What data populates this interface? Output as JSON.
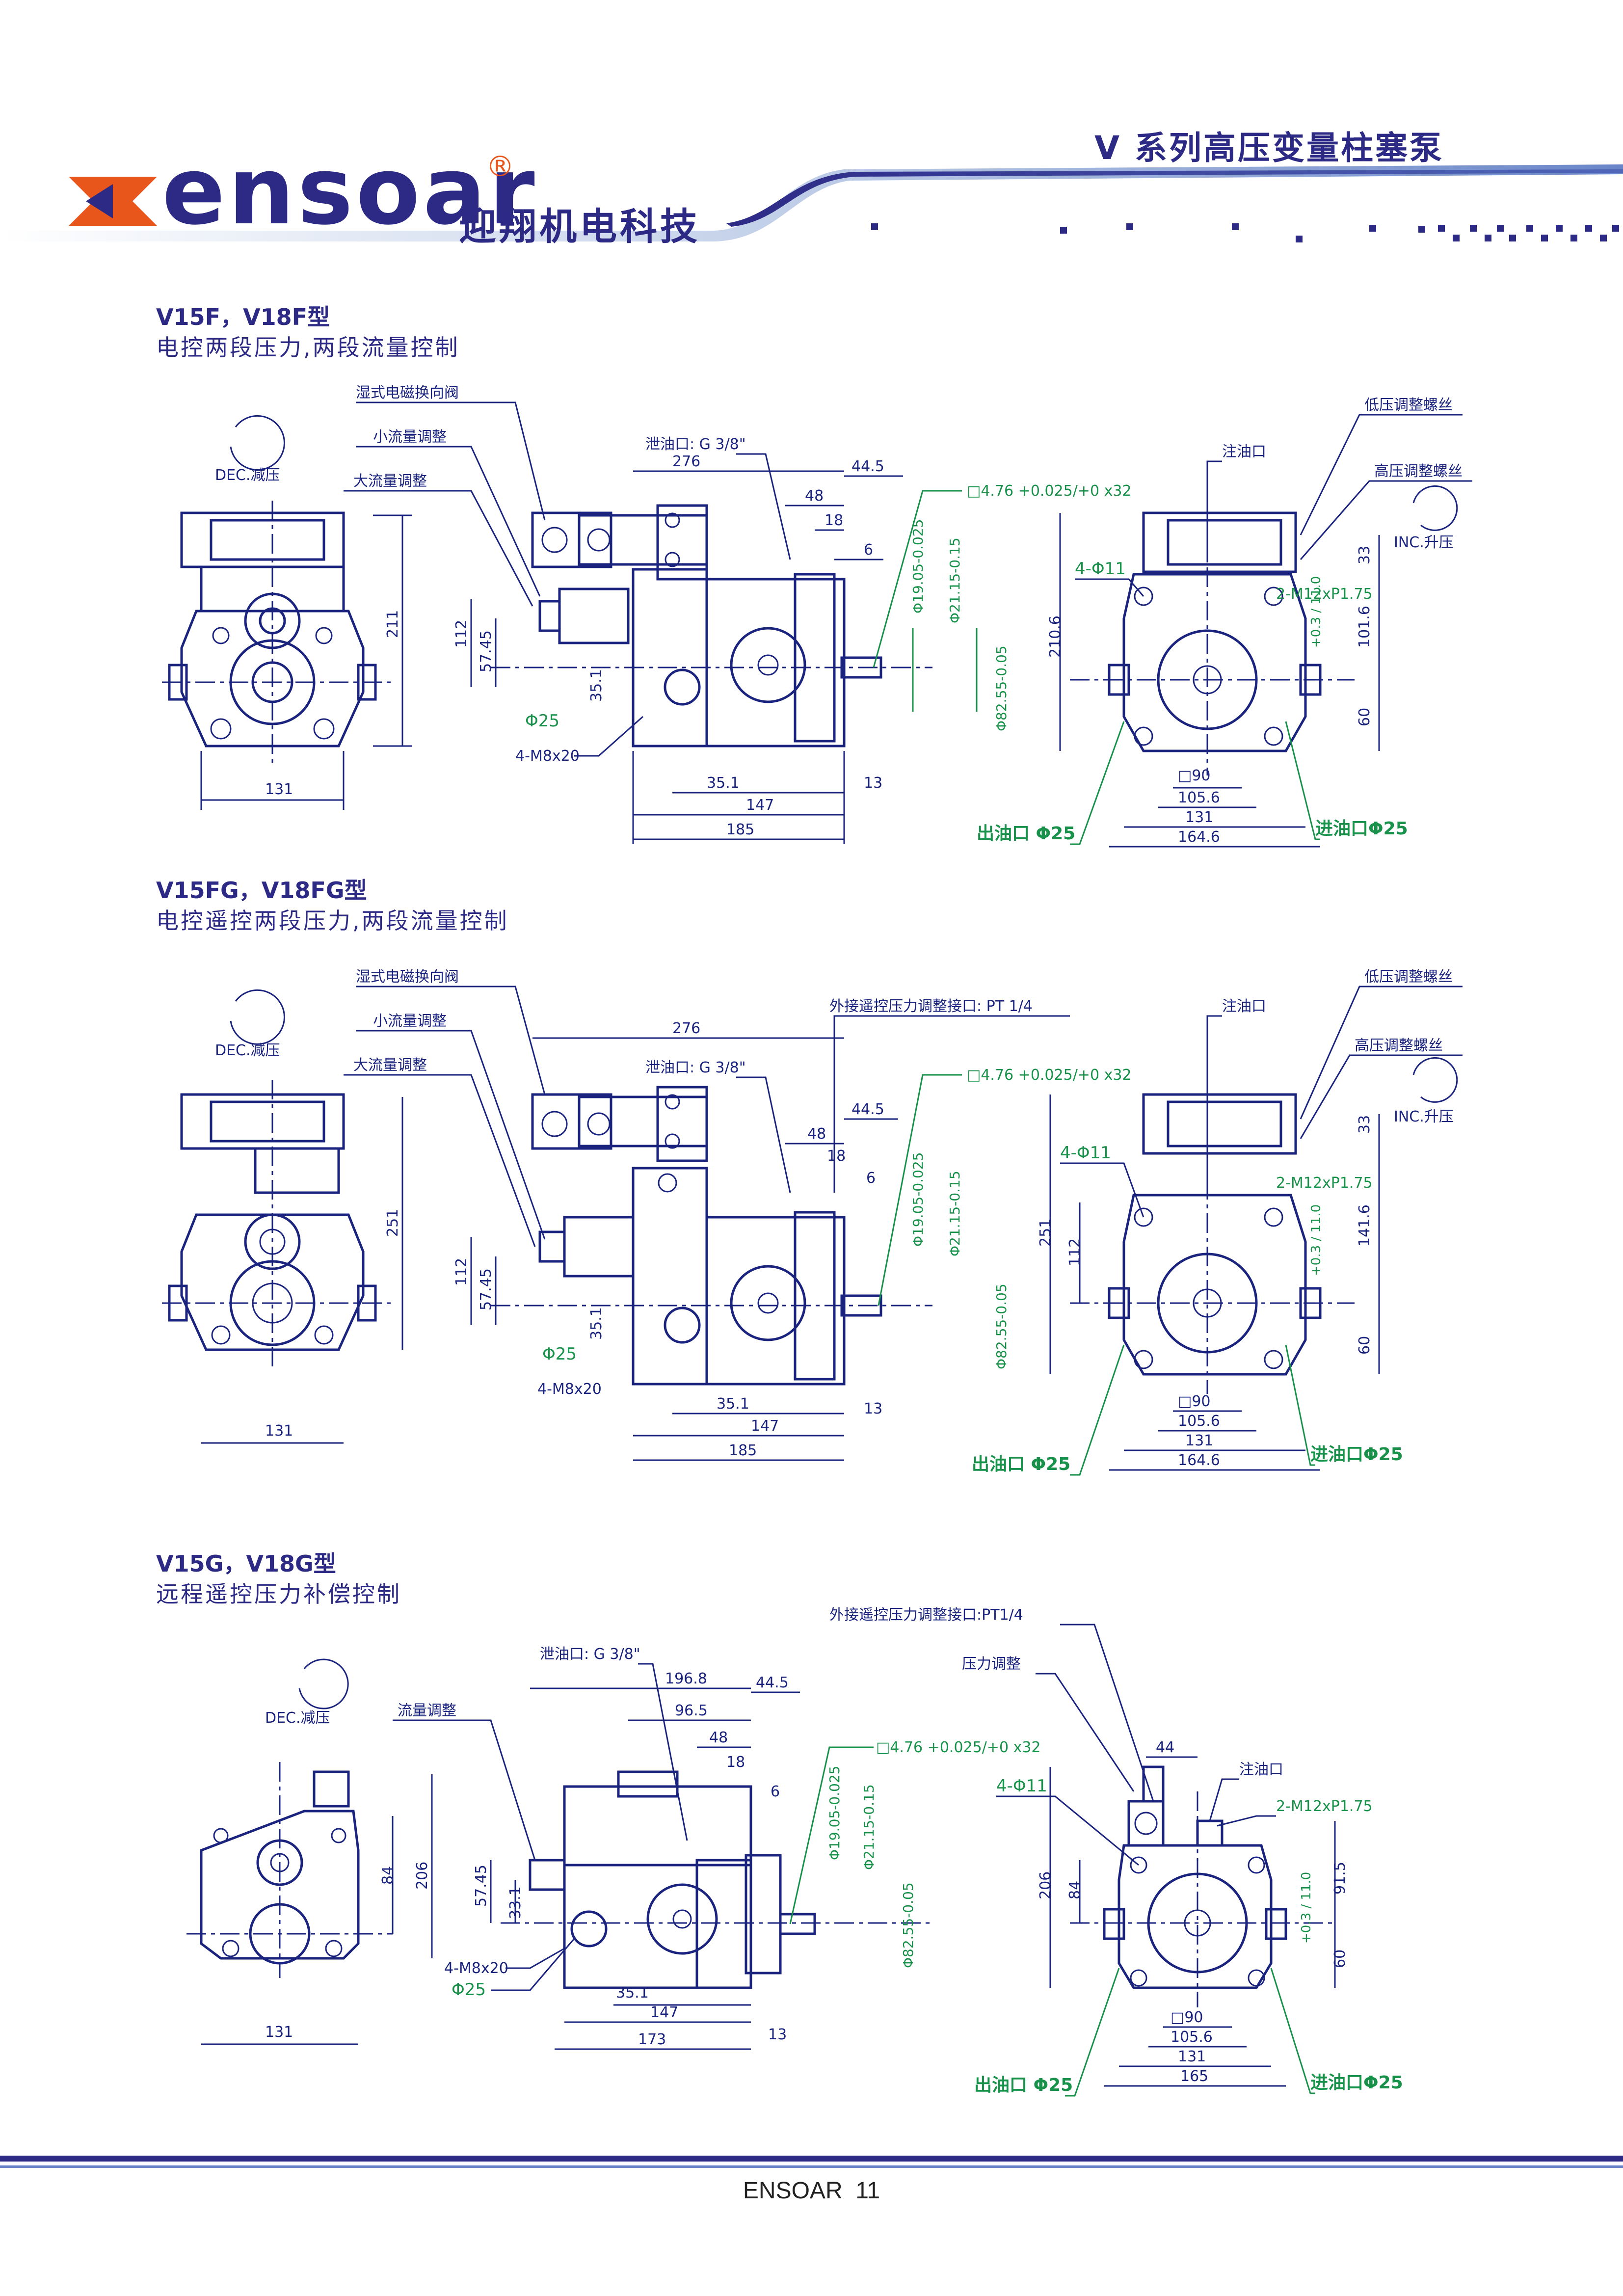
{
  "header": {
    "brand": "ensoar",
    "registered_mark": "®",
    "company_cn": "迎翔机电科技",
    "series_title": "V 系列高压变量柱塞泵"
  },
  "sections": [
    {
      "title": "V15F，V18F型",
      "subtitle": "电控两段压力,两段流量控制",
      "labels": {
        "solenoid": "湿式电磁换向阀",
        "small_flow": "小流量调整",
        "large_flow": "大流量调整",
        "dec": "DEC.减压",
        "inc": "INC.升压",
        "drain": "泄油口: G 3/8\"",
        "fill": "注油口",
        "low_press": "低压调整螺丝",
        "high_press": "高压调整螺丝",
        "bolts": "4-M8x20",
        "holes": "4-Φ11",
        "thread": "2-M12xP1.75",
        "outlet": "出油口 Φ25",
        "inlet": "进油口Φ25",
        "phi25": "Φ25",
        "key": "□4.76 +0.025/+0 x32",
        "shaft1": "Φ19.05-0.025",
        "shaft2": "Φ21.15-0.15",
        "shaft3": "Φ82.55-0.05",
        "tol": "+0.3 / 11.0"
      },
      "dims": [
        "276",
        "44.5",
        "48",
        "18",
        "6",
        "211",
        "112",
        "57.45",
        "35.1",
        "131",
        "35.1",
        "147",
        "185",
        "13",
        "210.6",
        "33",
        "101.6",
        "60",
        "□90",
        "105.6",
        "131",
        "164.6"
      ]
    },
    {
      "title": "V15FG，V18FG型",
      "subtitle": "电控遥控两段压力,两段流量控制",
      "labels": {
        "solenoid": "湿式电磁换向阀",
        "small_flow": "小流量调整",
        "large_flow": "大流量调整",
        "dec": "DEC.减压",
        "inc": "INC.升压",
        "drain": "泄油口: G 3/8\"",
        "remote": "外接遥控压力调整接口: PT 1/4",
        "fill": "注油口",
        "low_press": "低压调整螺丝",
        "high_press": "高压调整螺丝",
        "bolts": "4-M8x20",
        "holes": "4-Φ11",
        "thread": "2-M12xP1.75",
        "outlet": "出油口 Φ25",
        "inlet": "进油口Φ25",
        "phi25": "Φ25",
        "key": "□4.76 +0.025/+0 x32",
        "shaft1": "Φ19.05-0.025",
        "shaft2": "Φ21.15-0.15",
        "shaft3": "Φ82.55-0.05",
        "tol": "+0.3 / 11.0"
      },
      "dims": [
        "276",
        "44.5",
        "48",
        "18",
        "6",
        "251",
        "112",
        "57.45",
        "35.1",
        "131",
        "35.1",
        "147",
        "185",
        "13",
        "251",
        "112",
        "33",
        "141.6",
        "60",
        "□90",
        "105.6",
        "131",
        "164.6"
      ]
    },
    {
      "title": "V15G，V18G型",
      "subtitle": "远程遥控压力补偿控制",
      "labels": {
        "flow": "流量调整",
        "dec": "DEC.减压",
        "drain": "泄油口: G 3/8\"",
        "remote": "外接遥控压力调整接口:PT1/4",
        "pressure": "压力调整",
        "fill": "注油口",
        "bolts": "4-M8x20",
        "holes": "4-Φ11",
        "thread": "2-M12xP1.75",
        "outlet": "出油口 Φ25",
        "inlet": "进油口Φ25",
        "phi25": "Φ25",
        "key": "□4.76 +0.025/+0 x32",
        "shaft1": "Φ19.05-0.025",
        "shaft2": "Φ21.15-0.15",
        "shaft3": "Φ82.55-0.05",
        "tol": "+0.3 / 11.0"
      },
      "dims": [
        "196.8",
        "44.5",
        "96.5",
        "48",
        "18",
        "6",
        "84",
        "206",
        "57.45",
        "33.1",
        "131",
        "35.1",
        "147",
        "173",
        "13",
        "44",
        "206",
        "84",
        "91.5",
        "60",
        "□90",
        "105.6",
        "131",
        "165"
      ]
    }
  ],
  "footer": {
    "text": "ENSOAR  11"
  },
  "colors": {
    "brand_blue": "#2d2a86",
    "drawing_navy": "#1a237e",
    "dimension_green": "#18924a",
    "logo_orange": "#e8561c"
  }
}
